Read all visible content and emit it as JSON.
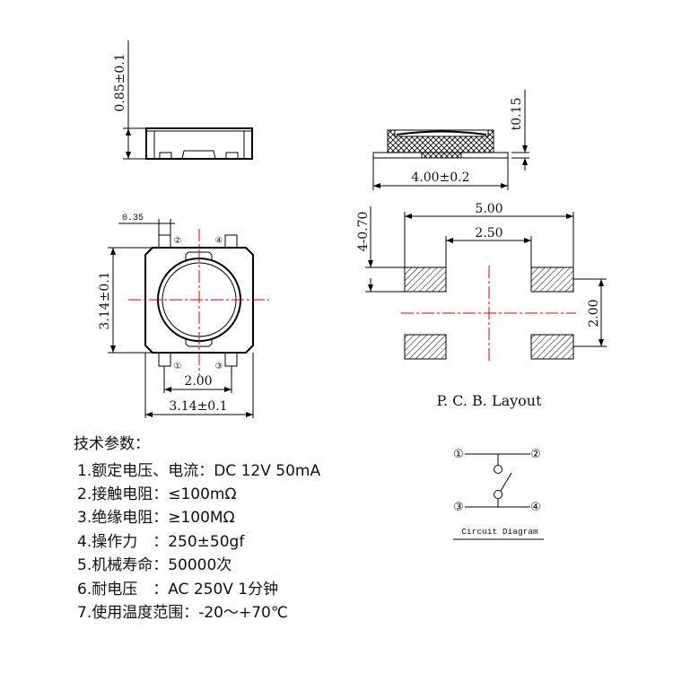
{
  "side_view": {
    "height_dim": "0.85±0.1"
  },
  "section_view": {
    "width_dim": "4.00±0.2",
    "thickness_dim": "t0.15"
  },
  "top_view": {
    "pin_width_dim": "0.35",
    "height_dim": "3.14±0.1",
    "pin_spacing_dim": "2.00",
    "width_dim": "3.14±0.1",
    "pins": [
      "①",
      "②",
      "③",
      "④"
    ]
  },
  "pcb_layout": {
    "outer_dim": "5.00",
    "inner_dim": "2.50",
    "pad_dim": "4-0.70",
    "vertical_dim": "2.00",
    "title": "P. C. B. Layout"
  },
  "circuit": {
    "pins": [
      "①",
      "②",
      "③",
      "④"
    ],
    "caption": "Circuit Diagram"
  },
  "specs": {
    "heading": "技术参数：",
    "items": [
      "1.额定电压、电流：DC 12V 50mA",
      "2.接触电阻：≤100mΩ",
      "3.绝缘电阻：≥100MΩ",
      "4.操作力　：250±50gf",
      "5.机械寿命：50000次",
      "6.耐电压　：AC 250V 1分钟",
      "7.使用温度范围：-20～+70℃"
    ]
  },
  "colors": {
    "centerline": "#dd0000",
    "line": "#000000"
  }
}
